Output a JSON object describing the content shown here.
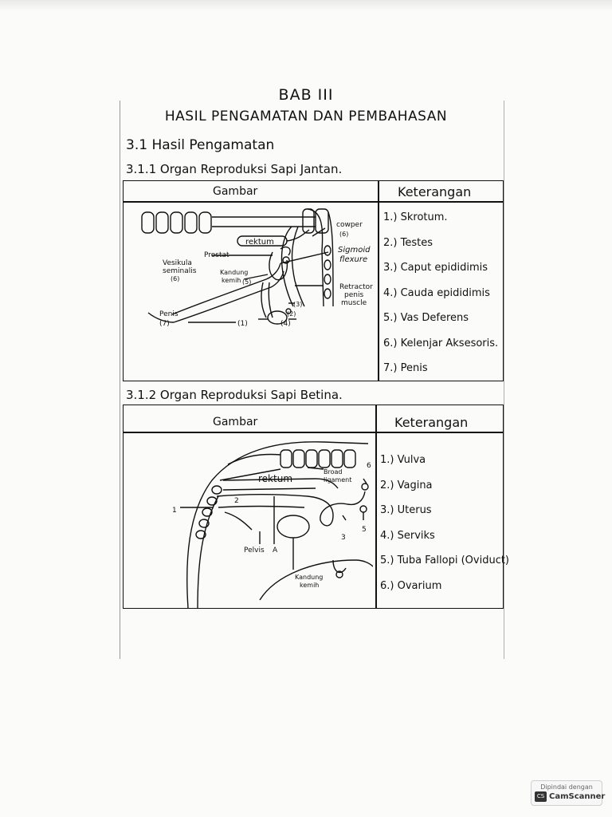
{
  "document": {
    "chapter": "BAB III",
    "title": "HASIL PENGAMATAN DAN PEMBAHASAN",
    "section": "3.1 Hasil Pengamatan",
    "sub1": "3.1.1 Organ Reproduksi Sapi Jantan.",
    "sub2": "3.1.2 Organ Reproduksi Sapi Betina."
  },
  "table1": {
    "col_gambar": "Gambar",
    "col_keterangan": "Keterangan",
    "items": [
      "1.) Skrotum.",
      "2.) Testes",
      "3.) Caput epididimis",
      "4.) Cauda epididimis",
      "5.) Vas Deferens",
      "6.) Kelenjar Aksesoris.",
      "7.) Penis"
    ],
    "diagram_labels": {
      "rektum": "rektum",
      "cowper": "cowper",
      "cowper_num": "(6)",
      "sigmoid": "Sigmoid",
      "flexure": "flexure",
      "prostat": "Prostat",
      "vesikula": "Vesikula",
      "seminalis": "seminalis",
      "vesikula_num": "(6)",
      "kandung": "Kandung",
      "kemih": "kemih",
      "kemih_num": "(5)",
      "retractor": "Retractor",
      "penis_word": "penis",
      "muscle": "muscle",
      "penis": "Penis",
      "penis_num": "(7)",
      "n1": "(1)",
      "n2": "(2)",
      "n3": "(3)",
      "n4": "(4)"
    }
  },
  "table2": {
    "col_gambar": "Gambar",
    "col_keterangan": "Keterangan",
    "items": [
      "1.) Vulva",
      "2.) Vagina",
      "3.) Uterus",
      "4.) Serviks",
      "5.) Tuba Fallopi (Oviduct)",
      "6.) Ovarium"
    ],
    "diagram_labels": {
      "rektum": "rektum",
      "broad": "Broad",
      "ligament": "ligament",
      "n1": "1",
      "n2": "2",
      "n3": "3",
      "n5": "5",
      "n6": "6",
      "pelvis": "Pelvis",
      "a": "A",
      "kandung": "Kandung",
      "kemih": "kemih"
    }
  },
  "footer": {
    "scanned_with": "Dipindai dengan",
    "app": "CamScanner"
  }
}
